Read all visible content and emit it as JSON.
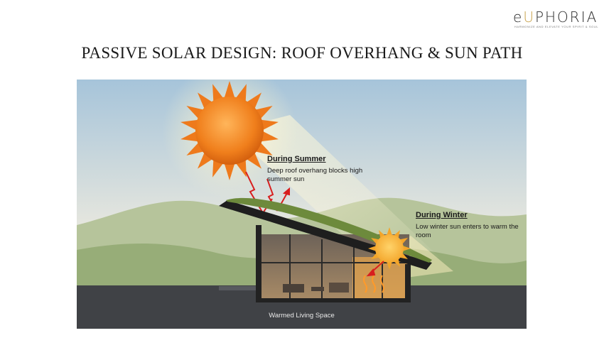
{
  "brand": {
    "name_prefix": "e",
    "name_accent": "U",
    "name_suffix": "PHORIA",
    "tagline": "Harmonize and elevate your spirit & soul",
    "accent_color": "#c8a24a"
  },
  "title": "PASSIVE SOLAR DESIGN: ROOF OVERHANG & SUN PATH",
  "annotations": {
    "summer": {
      "heading": "During Summer",
      "body": "Deep roof overhang blocks high summer sun"
    },
    "winter": {
      "heading": "During Winter",
      "body": "Low winter sun enters to warm the room"
    },
    "floor": "Warmed Living Space"
  },
  "colors": {
    "sky_top": "#a9c6dc",
    "sky_bottom": "#f2ede0",
    "hills": "#9fb483",
    "ground": "#3f4145",
    "sun": "#f08a22",
    "arrow": "#d81e1e"
  },
  "icons": [
    "summer-sun-icon",
    "winter-sun-icon",
    "deflected-ray-arrow-icon",
    "entering-ray-arrow-icon"
  ]
}
